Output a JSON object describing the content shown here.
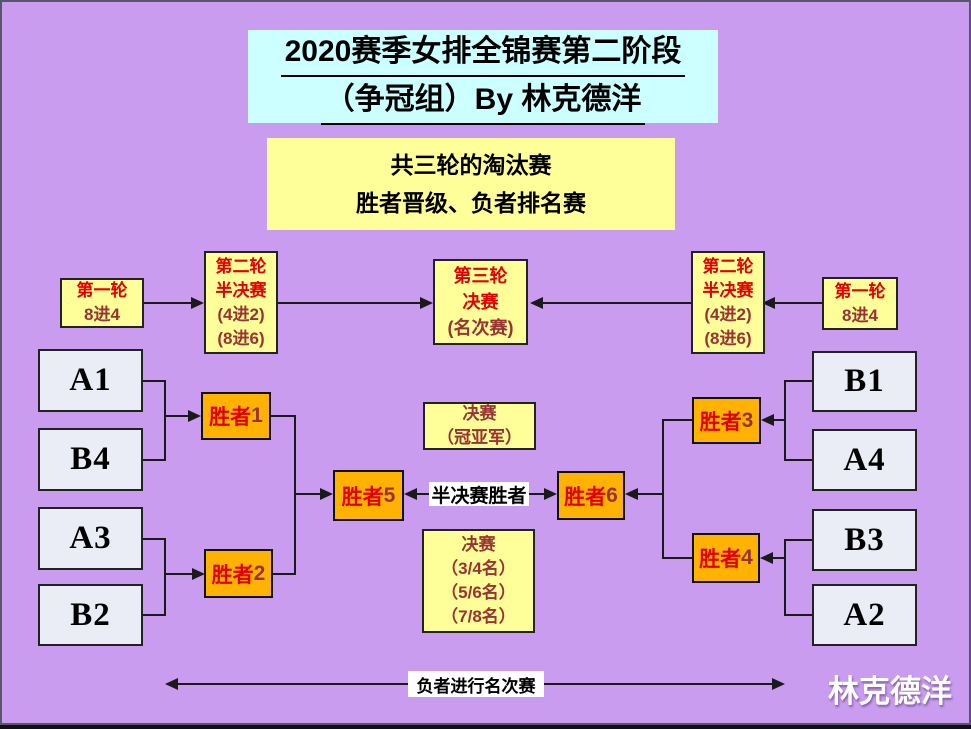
{
  "slide": {
    "title": {
      "line1": "2020赛季女排全锦赛第二阶段",
      "line2": "（争冠组）By 林克德洋"
    },
    "subtitle": {
      "line1": "共三轮的淘汰赛",
      "line2": "胜者晋级、负者排名赛"
    },
    "watermark": "林克德洋"
  },
  "rounds": {
    "left1": {
      "line1": "第一轮",
      "line2": "8进4"
    },
    "left2": {
      "line1": "第二轮",
      "line2": "半决赛",
      "line3": "(4进2)",
      "line4": "(8进6)"
    },
    "center": {
      "line1": "第三轮",
      "line2": "决赛",
      "line3": "(名次赛)"
    },
    "right2": {
      "line1": "第二轮",
      "line2": "半决赛",
      "line3": "(4进2)",
      "line4": "(8进6)"
    },
    "right1": {
      "line1": "第一轮",
      "line2": "8进4"
    }
  },
  "teams": {
    "a1": "A1",
    "b4": "B4",
    "a3": "A3",
    "b2": "B2",
    "b1": "B1",
    "a4": "A4",
    "b3": "B3",
    "a2": "A2"
  },
  "winners": {
    "w1": {
      "prefix": "胜者",
      "num": "1"
    },
    "w2": {
      "prefix": "胜者",
      "num": "2"
    },
    "w3": {
      "prefix": "胜者",
      "num": "3"
    },
    "w4": {
      "prefix": "胜者",
      "num": "4"
    },
    "w5": {
      "prefix": "胜者",
      "num": "5"
    },
    "w6": {
      "prefix": "胜者",
      "num": "6"
    }
  },
  "finals": {
    "champion": {
      "line1": "决赛",
      "line2": "（冠亚军）"
    },
    "placement": {
      "line1": "决赛",
      "line2": "（3/4名）",
      "line3": "（5/6名）",
      "line4": "（7/8名）"
    }
  },
  "labels": {
    "semi_winners": "半决赛胜者",
    "losers_playoff": "负者进行名次赛"
  },
  "colors": {
    "background": "#C99CF0",
    "title_box": "#CCFFFF",
    "yellow_box": "#FFFF99",
    "orange_box": "#FFB300",
    "team_box": "#EAEDF5",
    "red_text": "#E00000",
    "maroon_text": "#993333",
    "bottom_bar": "#111111"
  }
}
